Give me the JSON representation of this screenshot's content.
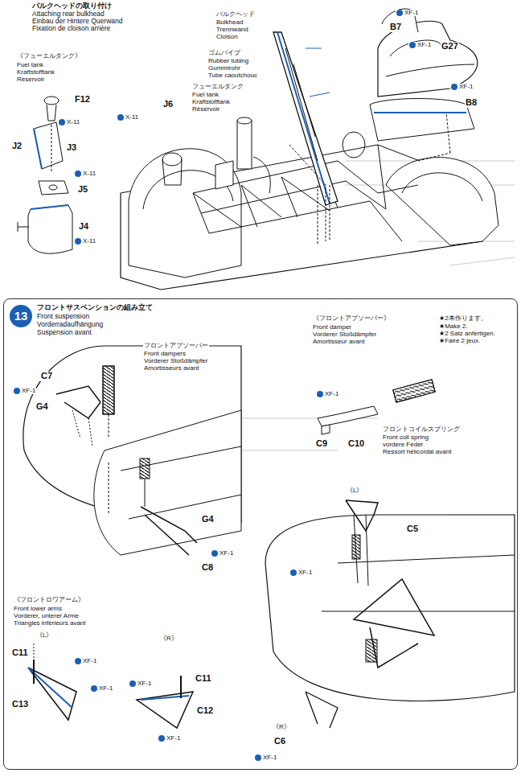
{
  "diagram": {
    "nodes": [
      {
        "text": [
          "バルクヘッドの取り付け",
          "Attaching rear bulkhead",
          "Einbau der Hintere Querwand",
          "Fixation de cloison arrière"
        ]
      },
      {
        "text": [
          "フロントサスペンションの組み立て",
          "Front suspension",
          "Vorderradaufhängung",
          "Suspension avant"
        ]
      },
      {
        "text": [
          "13"
        ],
        "in": 1
      }
    ],
    "labels": [
      "《フューエルタンク》",
      "Fuel tank",
      "Kraftstofftank",
      "Réservoir",
      "F12",
      "X-11",
      "J3",
      "J2",
      "X-11",
      "J5",
      "J4",
      "X-11",
      "J6",
      "X-11",
      "バルクヘッド",
      "Bulkhead",
      "Trennwand",
      "Cloison",
      "ゴムパイプ",
      "Rubber tubing",
      "Gummirohr",
      "Tube caoutchouc",
      "フューエルタンク",
      "Fuel tank",
      "Kraftstofftank",
      "Réservoir",
      "XF-1",
      "B7",
      "XF-1",
      "G27",
      "XF-1",
      "B8",
      "フロントアブソーバー",
      "Front dampers",
      "Vorderer Stoßdämpfer",
      "Amortisseurs avant",
      "C7",
      "XF-1",
      "G4",
      "G4",
      "XF-1",
      "C8",
      "《フロントアブソーバー》",
      "Front damper",
      "Vorderer Stoßdämpfer",
      "Amortisseur avant",
      "★2本作ります。",
      "★Make 2.",
      "★2 Satz anfertigen.",
      "★Faire 2 jeux.",
      "XF-1",
      "C9",
      "C10",
      "フロントコイルスプリング",
      "Front coil spring",
      "vordere Feder",
      "Ressort hélicoïdal avant",
      "《L》",
      "C5",
      "XF-1",
      "《フロントロワアーム》",
      "Front lower arms",
      "Vorderer, unterer Arme",
      "Triangles inférieurs avant",
      "《L》",
      "C11",
      "XF-1",
      "C13",
      "XF-1",
      "《R》",
      "XF-1",
      "C11",
      "C12",
      "XF-1",
      "《R》",
      "C6",
      "XF-1"
    ]
  }
}
